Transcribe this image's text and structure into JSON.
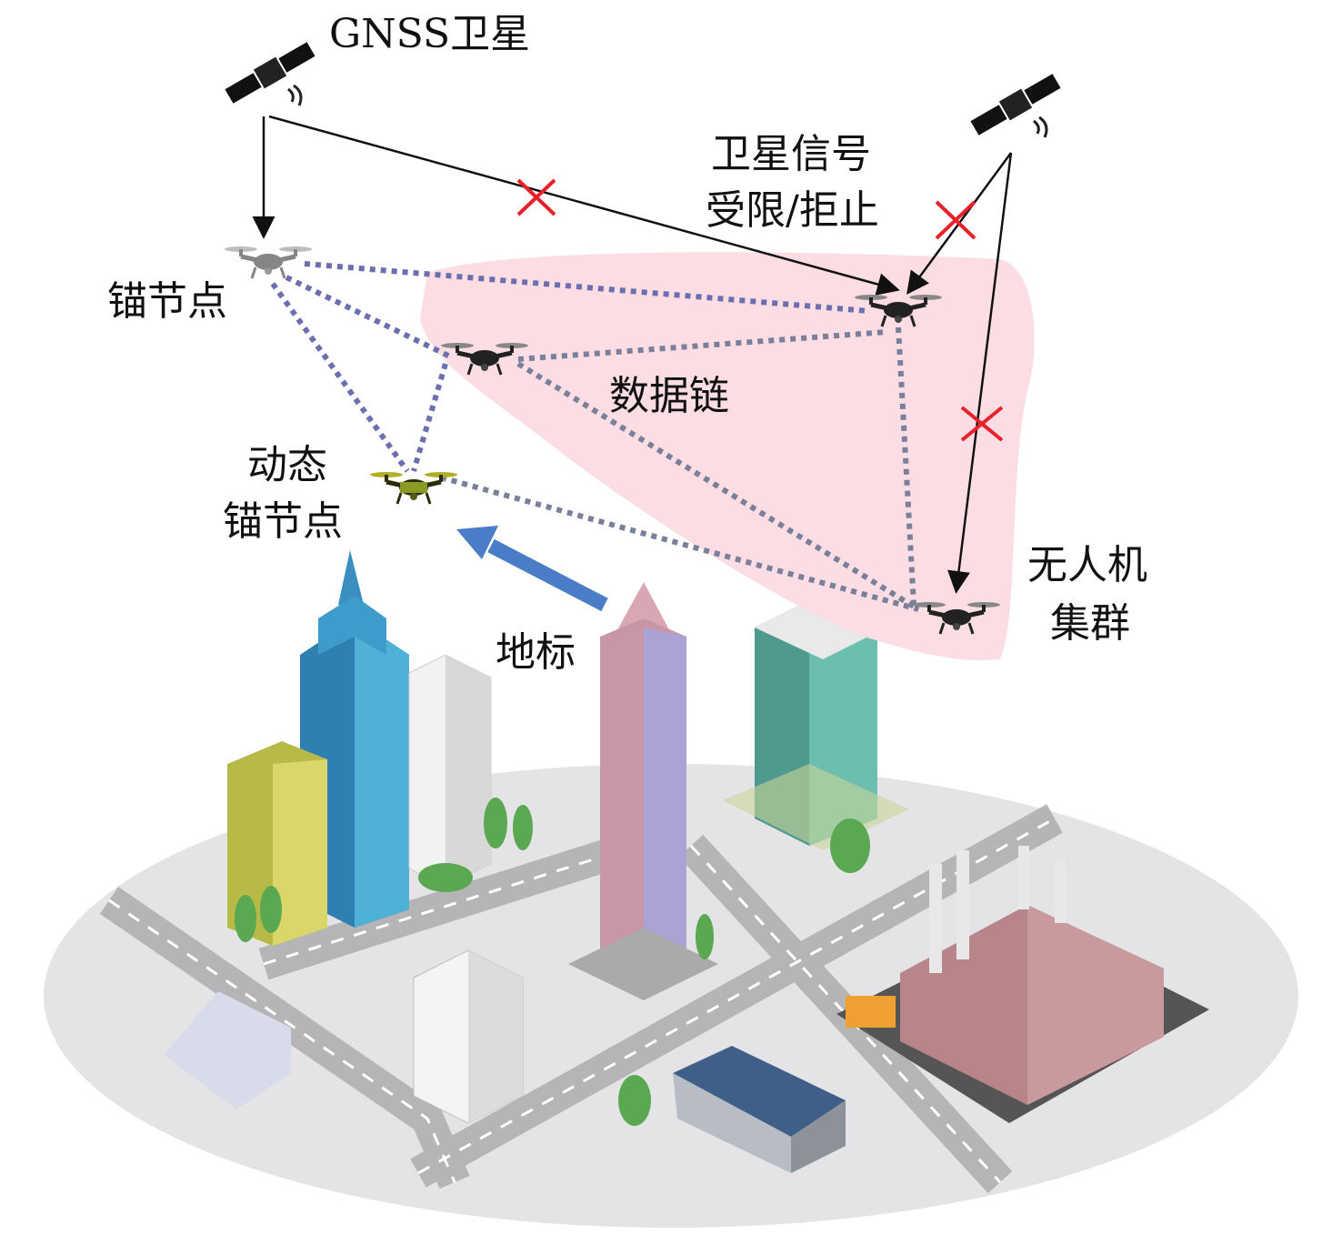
{
  "labels": {
    "gnss_satellite": "GNSS卫星",
    "signal_line1": "卫星信号",
    "signal_line2": "受限/拒止",
    "anchor_node": "锚节点",
    "data_link": "数据链",
    "dynamic_anchor_line1": "动态",
    "dynamic_anchor_line2": "锚节点",
    "uav_swarm_line1": "无人机",
    "uav_swarm_line2": "集群",
    "landmark": "地标"
  },
  "colors": {
    "swarm_region": "#fbdde3",
    "data_link": "#7a7f9a",
    "anchor_link": "#6b6fb0",
    "blocked_mark": "#e8202a",
    "landmark_arrow": "#4a7cc7",
    "ground": "#e4e4e6"
  }
}
